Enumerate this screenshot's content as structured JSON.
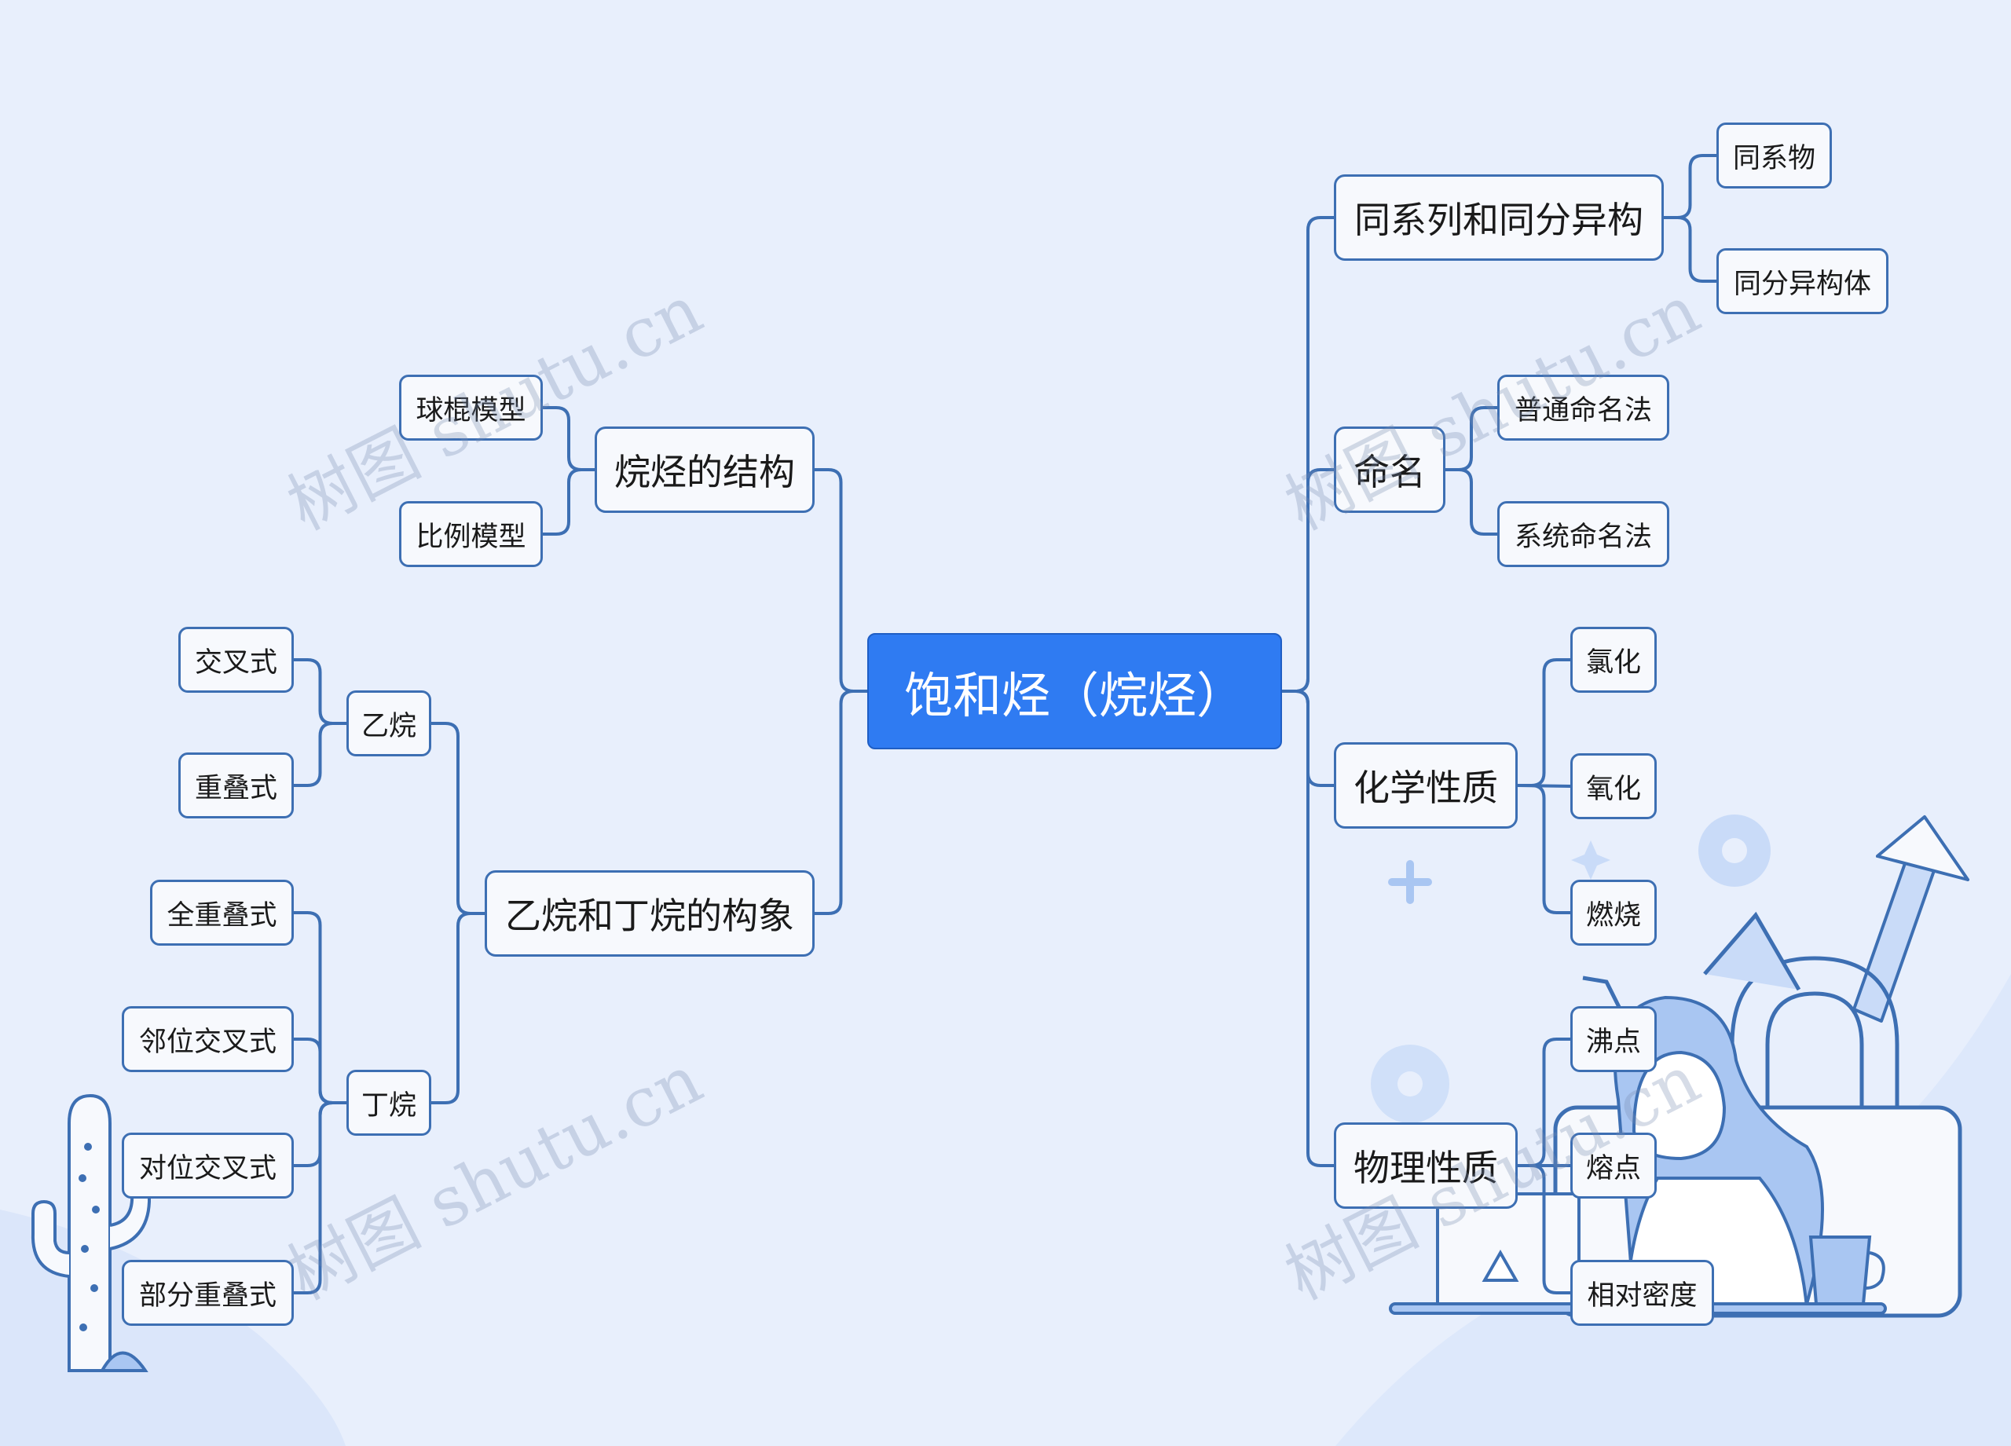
{
  "root": {
    "label": "饱和烃（烷烃）"
  },
  "left": {
    "structure": {
      "label": "烷烃的结构",
      "children": [
        "球棍模型",
        "比例模型"
      ]
    },
    "conformation": {
      "label": "乙烷和丁烷的构象",
      "ethane": {
        "label": "乙烷",
        "children": [
          "交叉式",
          "重叠式"
        ]
      },
      "butane": {
        "label": "丁烷",
        "children": [
          "全重叠式",
          "邻位交叉式",
          "对位交叉式",
          "部分重叠式"
        ]
      }
    }
  },
  "right": {
    "homolog": {
      "label": "同系列和同分异构",
      "children": [
        "同系物",
        "同分异构体"
      ]
    },
    "naming": {
      "label": "命名",
      "children": [
        "普通命名法",
        "系统命名法"
      ]
    },
    "chemical": {
      "label": "化学性质",
      "children": [
        "氯化",
        "氧化",
        "燃烧"
      ]
    },
    "physical": {
      "label": "物理性质",
      "children": [
        "沸点",
        "熔点",
        "相对密度"
      ]
    }
  },
  "watermark": "树图 shutu.cn",
  "colors": {
    "background": "#e8effc",
    "root_fill": "#2f7bf2",
    "connector": "#3d6fb3",
    "node_fill": "#f7f9fd",
    "decor_blue": "#a9c6f2"
  }
}
